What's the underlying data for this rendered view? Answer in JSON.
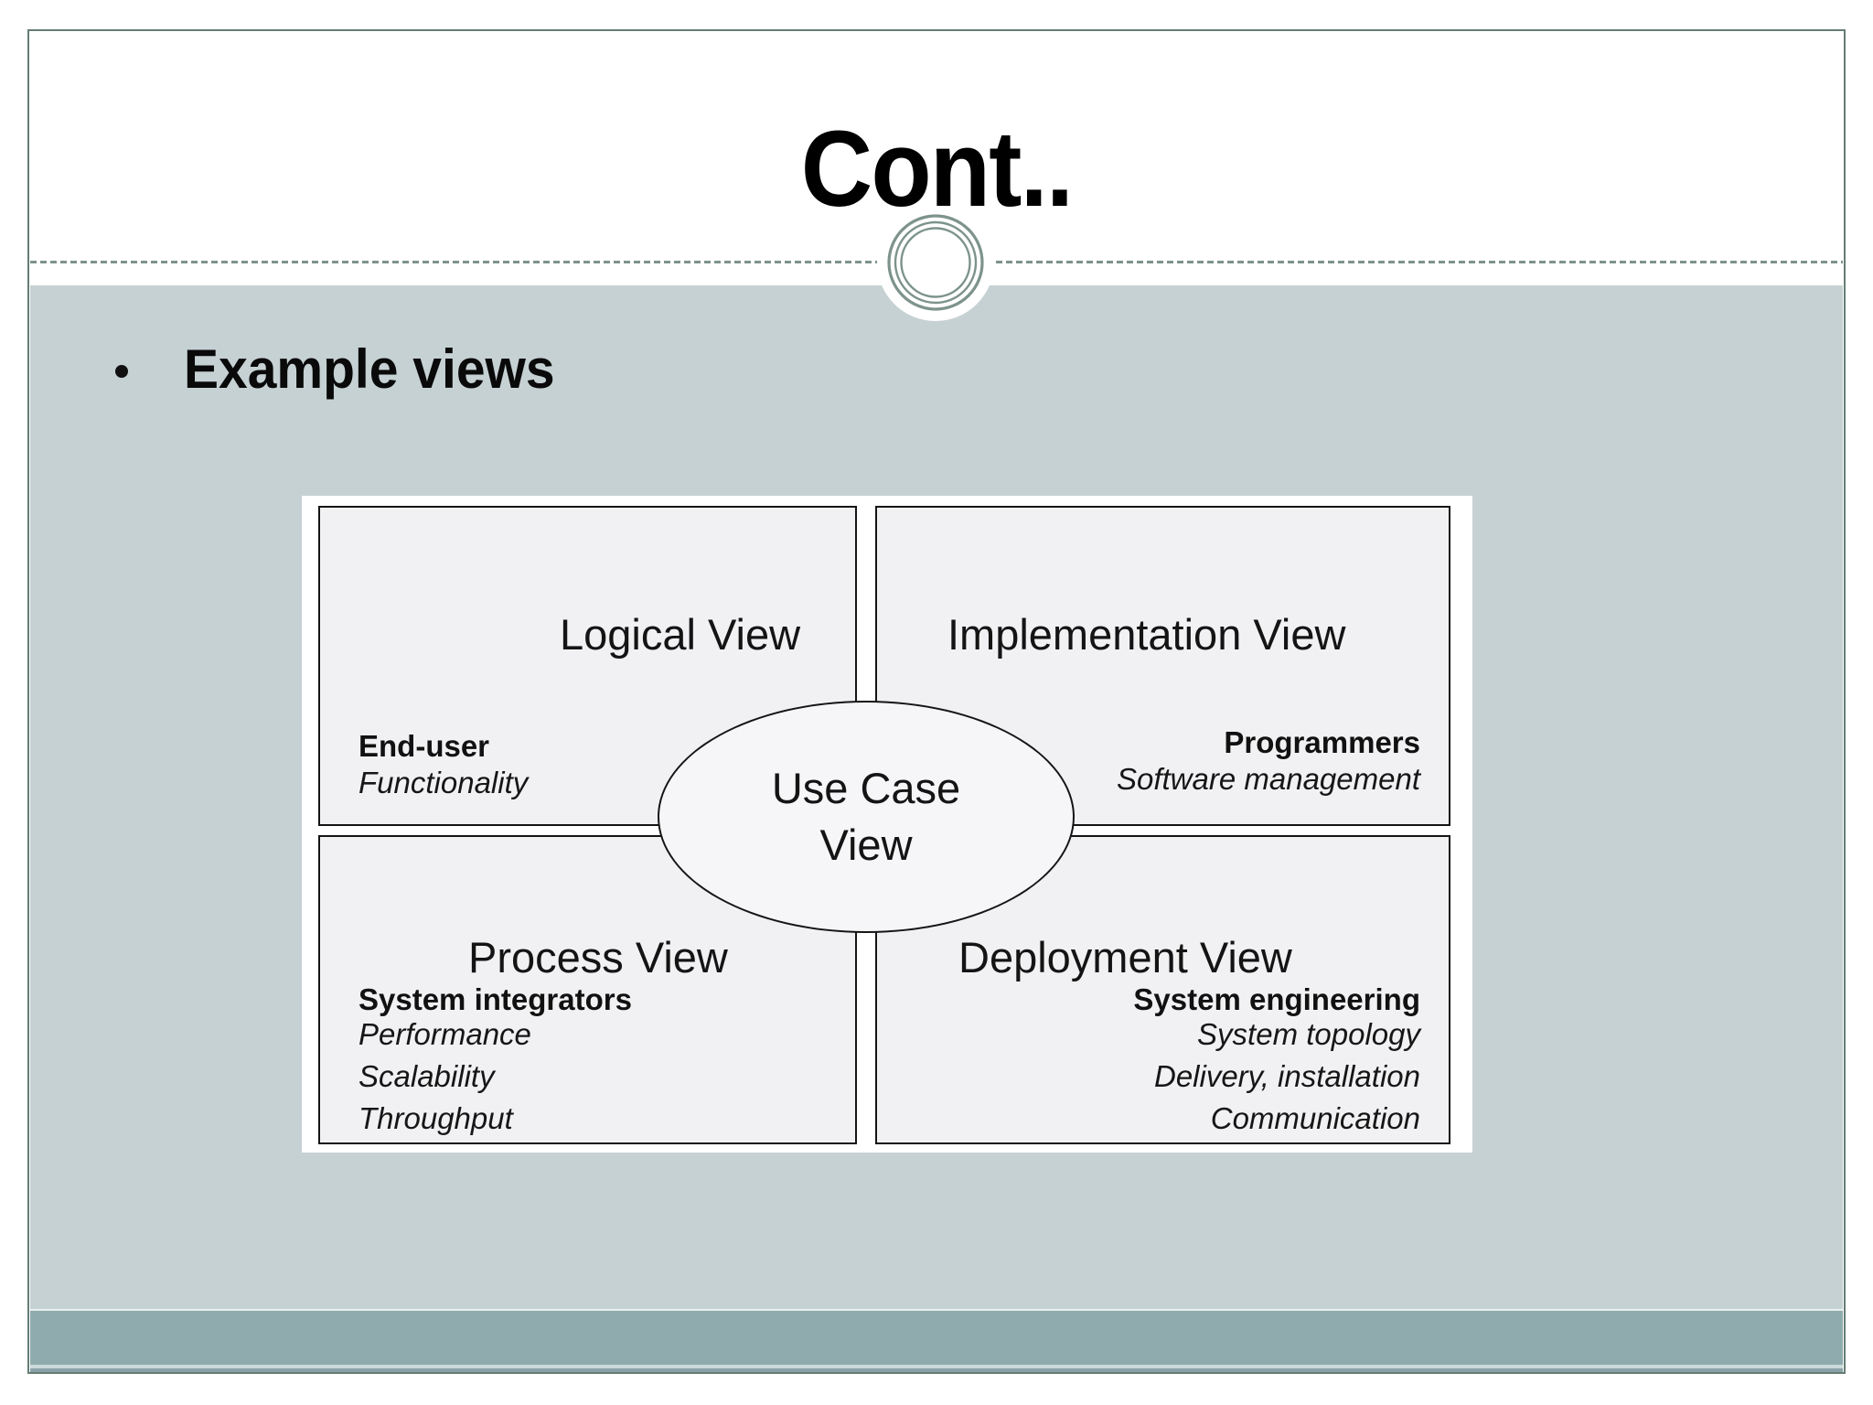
{
  "slide": {
    "title": "Cont..",
    "bullets": [
      "Example views"
    ]
  },
  "diagram": {
    "center": {
      "line1": "Use Case",
      "line2": "View"
    },
    "quadrants": [
      {
        "title": "Logical View",
        "stakeholder": "End-user",
        "concerns": [
          "Functionality"
        ]
      },
      {
        "title": "Implementation View",
        "stakeholder": "Programmers",
        "concerns": [
          "Software management"
        ]
      },
      {
        "title": "Process View",
        "stakeholder": "System integrators",
        "concerns": [
          "Performance",
          "Scalability",
          "Throughput"
        ]
      },
      {
        "title": "Deployment View",
        "stakeholder": "System engineering",
        "concerns": [
          "System topology",
          "Delivery, installation",
          "Communication"
        ]
      }
    ]
  },
  "icons": {
    "divider_ornament": "concentric-circles"
  },
  "colors": {
    "body_background": "#c6d1d4",
    "footer_bar": "#8fabad",
    "slide_border": "#647d75",
    "divider_accent": "#7d938c",
    "quadrant_fill": "#f1f1f3",
    "panel_background": "#ffffff",
    "text": "#000000"
  }
}
